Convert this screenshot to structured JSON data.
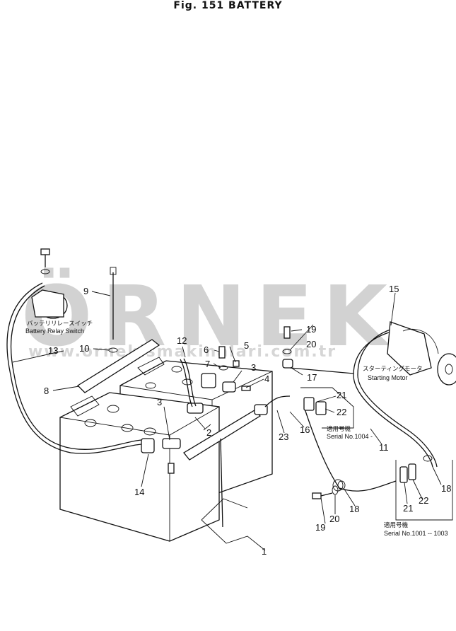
{
  "figure": {
    "title": "Fig. 151   BATTERY"
  },
  "watermark": {
    "logo": "ÖRNEK",
    "url": "www.ornekismakinalari.com.tr",
    "logo_color": "#d2d2d2"
  },
  "components": {
    "relay_switch_jp": "バッテリリレースイッチ",
    "relay_switch_en": "Battery Relay Switch",
    "starting_motor_jp": "スターティングモータ",
    "starting_motor_en": "Starting Motor"
  },
  "serial_notes": [
    {
      "jp": "適用号機",
      "en": "Serial  No.1004 -"
    },
    {
      "jp": "適用号機",
      "en": "Serial  No.1001 -- 1003"
    }
  ],
  "callouts": [
    "1",
    "2",
    "3",
    "3",
    "4",
    "5",
    "6",
    "7",
    "8",
    "9",
    "10",
    "11",
    "12",
    "13",
    "14",
    "15",
    "16",
    "17",
    "18",
    "18",
    "19",
    "19",
    "20",
    "20",
    "21",
    "21",
    "22",
    "22",
    "23"
  ]
}
